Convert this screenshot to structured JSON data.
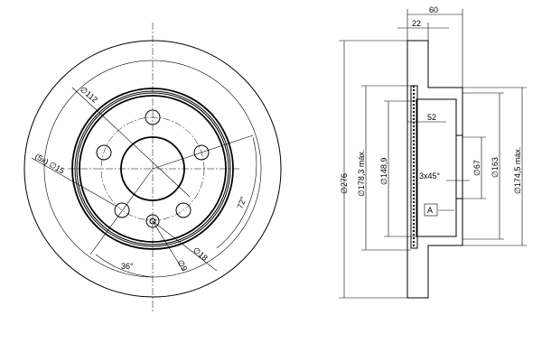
{
  "front_view": {
    "labels": {
      "pcd": "∅112",
      "bolt_holes": "(5x) ∅15",
      "pin_hole": "∅9",
      "pin_counterbore": "∅18",
      "angle_72": "72°",
      "angle_36": "36°"
    }
  },
  "section_view": {
    "labels": {
      "overall_height": "60",
      "disc_thickness": "22",
      "outer_diameter": "∅276",
      "max_diameter_inner": "∅178,3 máx.",
      "bore_diameter": "∅148,9",
      "hat_depth": "52",
      "chamfer": "3x45°",
      "center_bore": "∅67",
      "hat_diameter": "∅163",
      "max_diameter_outer": "∅174,5 máx.",
      "datum": "A"
    }
  }
}
